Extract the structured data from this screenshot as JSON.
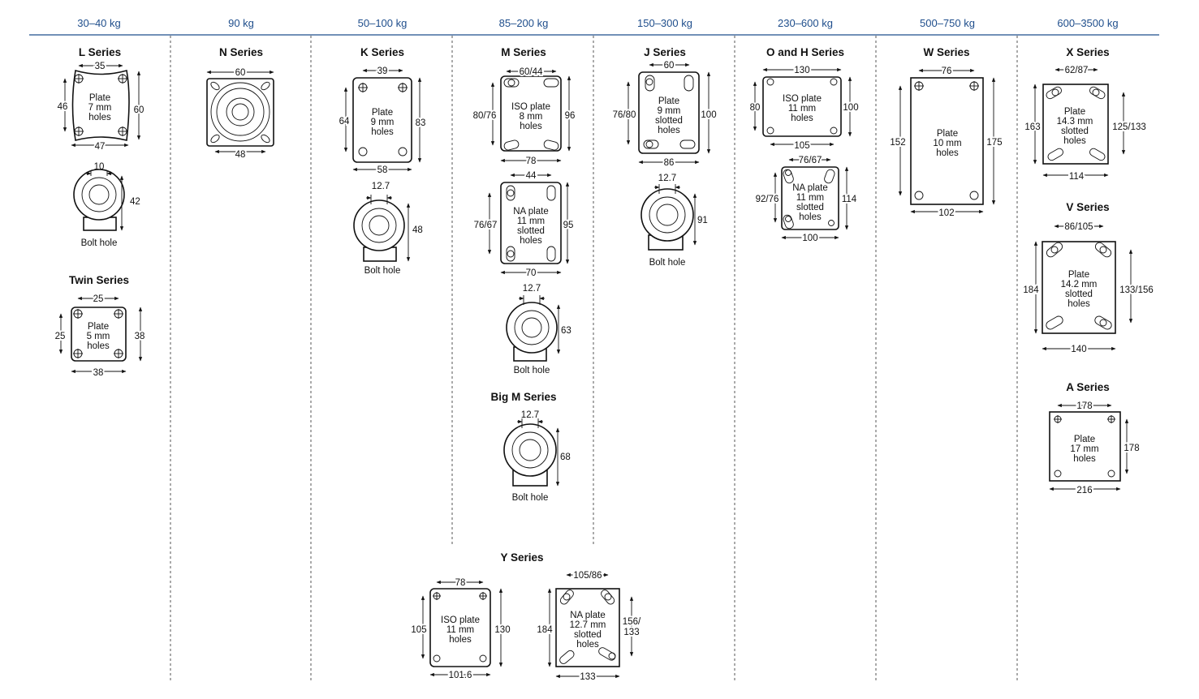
{
  "capacities": [
    "30–40 kg",
    "90 kg",
    "50–100 kg",
    "85–200 kg",
    "150–300 kg",
    "230–600 kg",
    "500–750 kg",
    "600–3500 kg"
  ],
  "series": [
    {
      "title": "L Series",
      "plate": {
        "lines": [
          "Plate",
          "7 mm",
          "holes"
        ],
        "dims": {
          "top": "35",
          "bottom": "47",
          "left": "46",
          "right": "60"
        }
      },
      "bolt": {
        "top": "10",
        "right": "42",
        "label": "Bolt hole"
      }
    },
    {
      "title": "Twin Series",
      "plate": {
        "lines": [
          "Plate",
          "5 mm",
          "holes"
        ],
        "dims": {
          "top": "25",
          "bottom": "38",
          "left": "25",
          "right": "38"
        }
      }
    },
    {
      "title": "N Series",
      "plate": {
        "dims": {
          "top": "60",
          "bottom": "48"
        }
      }
    },
    {
      "title": "K Series",
      "plate": {
        "lines": [
          "Plate",
          "9 mm",
          "holes"
        ],
        "dims": {
          "top": "39",
          "bottom": "58",
          "left": "64",
          "right": "83"
        }
      },
      "bolt": {
        "top": "12.7",
        "right": "48",
        "label": "Bolt hole"
      }
    },
    {
      "title": "M Series",
      "plate": {
        "lines": [
          "ISO plate",
          "8 mm",
          "holes"
        ],
        "dims": {
          "top": "60/44",
          "bottom": "78",
          "left": "80/76",
          "right": "96"
        }
      },
      "plate2": {
        "lines": [
          "NA plate",
          "11 mm",
          "slotted",
          "holes"
        ],
        "dims": {
          "top": "44",
          "bottom": "70",
          "left": "76/67",
          "right": "95"
        }
      },
      "bolt": {
        "top": "12.7",
        "right": "63",
        "label": "Bolt hole"
      }
    },
    {
      "title": "Big M Series",
      "bolt": {
        "top": "12.7",
        "right": "68",
        "label": "Bolt hole"
      }
    },
    {
      "title": "J Series",
      "plate": {
        "lines": [
          "Plate",
          "9 mm",
          "slotted",
          "holes"
        ],
        "dims": {
          "top": "60",
          "bottom": "86",
          "left": "76/80",
          "right": "100"
        }
      },
      "bolt": {
        "top": "12.7",
        "right": "91",
        "label": "Bolt hole"
      }
    },
    {
      "title": "O and H Series",
      "plate": {
        "lines": [
          "ISO plate",
          "11 mm",
          "holes"
        ],
        "dims": {
          "top": "130",
          "bottom": "105",
          "left": "80",
          "right": "100"
        }
      },
      "plate2": {
        "lines": [
          "NA plate",
          "11 mm",
          "slotted",
          "holes"
        ],
        "dims": {
          "top": "76/67",
          "bottom": "100",
          "left": "92/76",
          "right": "114"
        }
      }
    },
    {
      "title": "W Series",
      "plate": {
        "lines": [
          "Plate",
          "10 mm",
          "holes"
        ],
        "dims": {
          "top": "76",
          "bottom": "102",
          "left": "152",
          "right": "175"
        }
      }
    },
    {
      "title": "X Series",
      "plate": {
        "lines": [
          "Plate",
          "14.3 mm",
          "slotted",
          "holes"
        ],
        "dims": {
          "top": "62/87",
          "bottom": "114",
          "left": "163",
          "right": "125/133"
        }
      }
    },
    {
      "title": "V Series",
      "plate": {
        "lines": [
          "Plate",
          "14.2 mm",
          "slotted",
          "holes"
        ],
        "dims": {
          "top": "86/105",
          "bottom": "140",
          "left": "184",
          "right": "133/156"
        }
      }
    },
    {
      "title": "A Series",
      "plate": {
        "lines": [
          "Plate",
          "17 mm",
          "holes"
        ],
        "dims": {
          "top": "178",
          "bottom": "216",
          "right": "178"
        }
      }
    },
    {
      "title": "Y Series",
      "plate": {
        "lines": [
          "ISO plate",
          "11 mm",
          "holes"
        ],
        "dims": {
          "top": "78",
          "bottom": "101.6",
          "left": "105",
          "right": "130"
        }
      },
      "plate2": {
        "lines": [
          "NA plate",
          "12.7 mm",
          "slotted",
          "holes"
        ],
        "dims": {
          "top": "105/86",
          "bottom": "133",
          "left": "184",
          "right": [
            "156/",
            "133"
          ]
        }
      }
    }
  ]
}
